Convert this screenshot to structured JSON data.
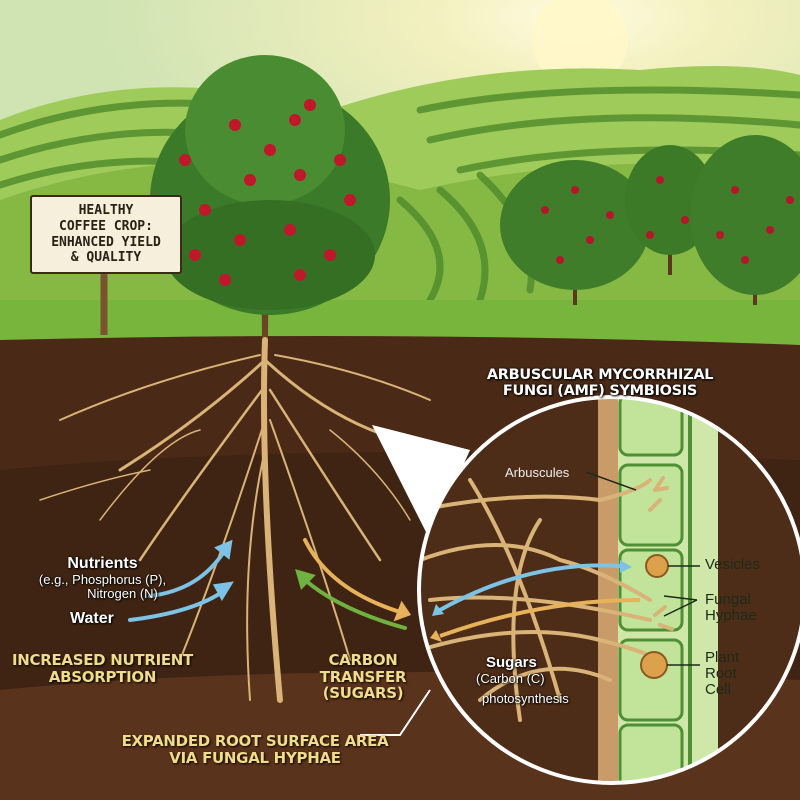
{
  "sign": {
    "line1": "HEALTHY",
    "line2": "COFFEE CROP:",
    "line3": "ENHANCED YIELD",
    "line4": "& QUALITY"
  },
  "title": {
    "line1": "ARBUSCULAR MYCORRHIZAL",
    "line2": "FUNGI (AMF) SYMBIOSIS"
  },
  "left": {
    "nutrients": "Nutrients",
    "nutrients_detail1": "(e.g., Phosphorus (P),",
    "nutrients_detail2": "Nitrogen (N)",
    "water": "Water",
    "absorption1": "INCREASED NUTRIENT",
    "absorption2": "ABSORPTION",
    "carbon1": "CARBON",
    "carbon2": "TRANSFER",
    "carbon3": "(SUGARS)"
  },
  "inset": {
    "arbuscules": "Arbuscules",
    "vesicles": "Vesicles",
    "hyphae1": "Fungal",
    "hyphae2": "Hyphae",
    "cell1": "Plant",
    "cell2": "Root",
    "cell3": "Cell",
    "sugars": "Sugars",
    "sugars_detail": "(Carbon (C)",
    "photosynthesis": "photosynthesis"
  },
  "bottom": {
    "line1": "EXPANDED ROOT SURFACE AREA",
    "line2": "VIA FUNGAL HYPHAE"
  },
  "colors": {
    "sky": "#e9efc2",
    "hill": "#8cbf4a",
    "soil": "#4a2a17",
    "root": "#d9b377",
    "water_arrow": "#7cc3e6",
    "carbon_arrow": "#e8b25a",
    "green_arrow": "#6fb23f",
    "cell": "#bfe29a"
  }
}
